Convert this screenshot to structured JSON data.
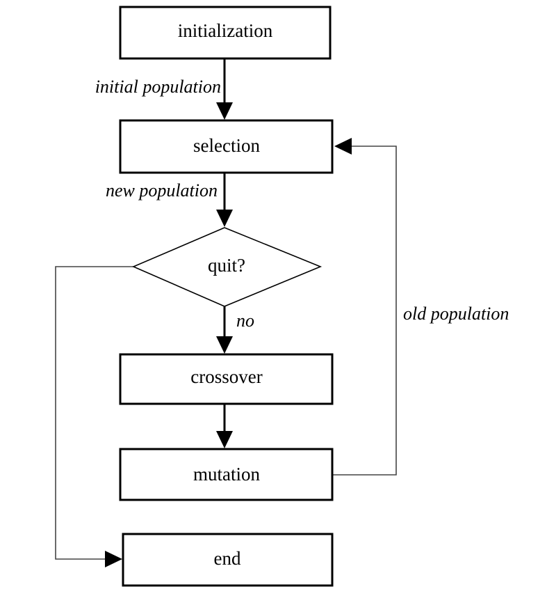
{
  "nodes": {
    "initialization": "initialization",
    "selection": "selection",
    "quit": "quit?",
    "crossover": "crossover",
    "mutation": "mutation",
    "end": "end"
  },
  "edges": {
    "initial_population": "initial population",
    "new_population": "new population",
    "no": "no",
    "old_population": "old population"
  }
}
